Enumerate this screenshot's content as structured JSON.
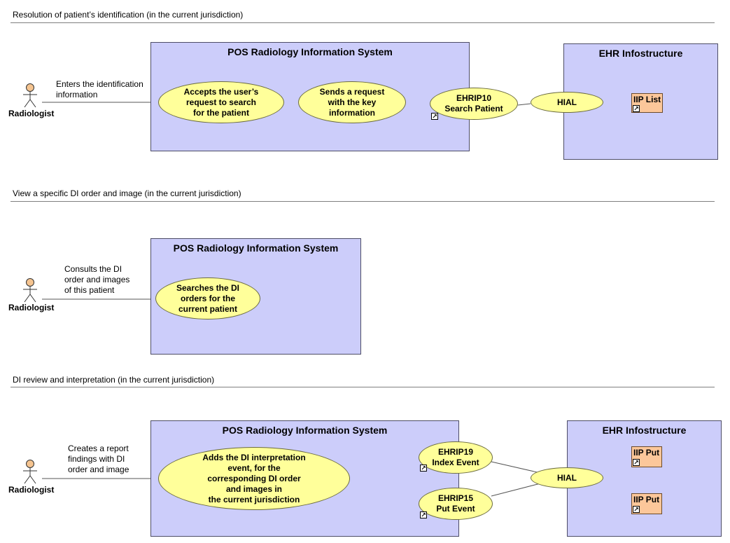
{
  "sections": [
    {
      "title": "Resolution of patient’s identification (in the current jurisdiction)",
      "actor": "Radiologist",
      "actor_note": "Enters the identification\ninformation",
      "pos_title": "POS Radiology Information System",
      "uc1": "Accepts the user’s\nrequest to search\nfor the patient",
      "uc2": "Sends a request\nwith the key\ninformation",
      "ehrip": "EHRIP10\nSearch Patient",
      "hial": "HIAL",
      "ehr_title": "EHR Infostructure",
      "comp": "IIP List"
    },
    {
      "title": "View a specific DI order and image (in the current jurisdiction)",
      "actor": "Radiologist",
      "actor_note": "Consults the DI\norder and images\nof this patient",
      "pos_title": "POS Radiology Information System",
      "uc1": "Searches the DI\norders for the\ncurrent patient"
    },
    {
      "title": "DI review and interpretation (in the current jurisdiction)",
      "actor": "Radiologist",
      "actor_note": "Creates a report\nfindings with DI\norder and image",
      "pos_title": "POS Radiology Information System",
      "uc1": "Adds the DI interpretation\nevent, for the\ncorresponding DI order\nand images in\nthe current jurisdiction",
      "ehrip_a": "EHRIP19\nIndex Event",
      "ehrip_b": "EHRIP15\nPut Event",
      "hial": "HIAL",
      "ehr_title": "EHR Infostructure",
      "comp_a": "IIP Put",
      "comp_b": "IIP Put"
    }
  ],
  "colors": {
    "boundary_fill": "#cccdfa",
    "usecase_fill": "#ffff9a",
    "component_fill": "#fcc79a",
    "actor_fill": "#f5c490"
  }
}
